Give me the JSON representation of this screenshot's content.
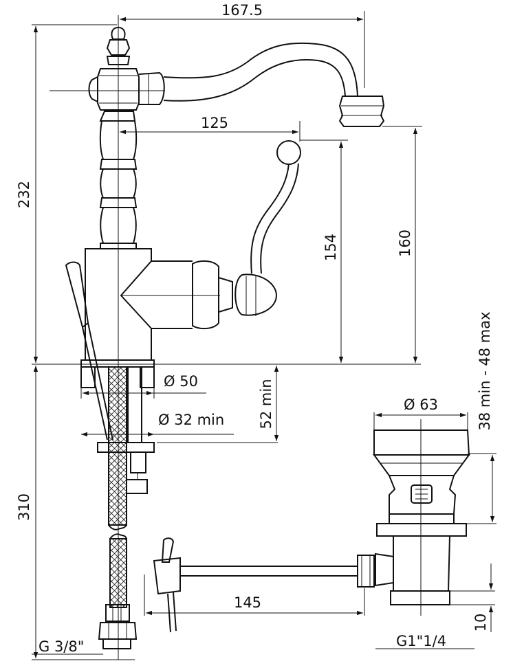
{
  "dimensions": {
    "spout_reach": "167.5",
    "lever_reach": "125",
    "total_height": "232",
    "lever_height": "154",
    "spout_height": "160",
    "base_diameter": "Ø 50",
    "hole_diameter": "Ø 32  min",
    "deck_thickness": "52 min",
    "hose_length": "310",
    "hose_connection": "G 3/8\"",
    "waste_diameter": "Ø 63",
    "waste_range": "38 min  -  48 max",
    "rod_length": "145",
    "waste_thread": "G1\"1/4",
    "thread_length": "10"
  },
  "colors": {
    "line": "#111111",
    "background": "#ffffff"
  }
}
